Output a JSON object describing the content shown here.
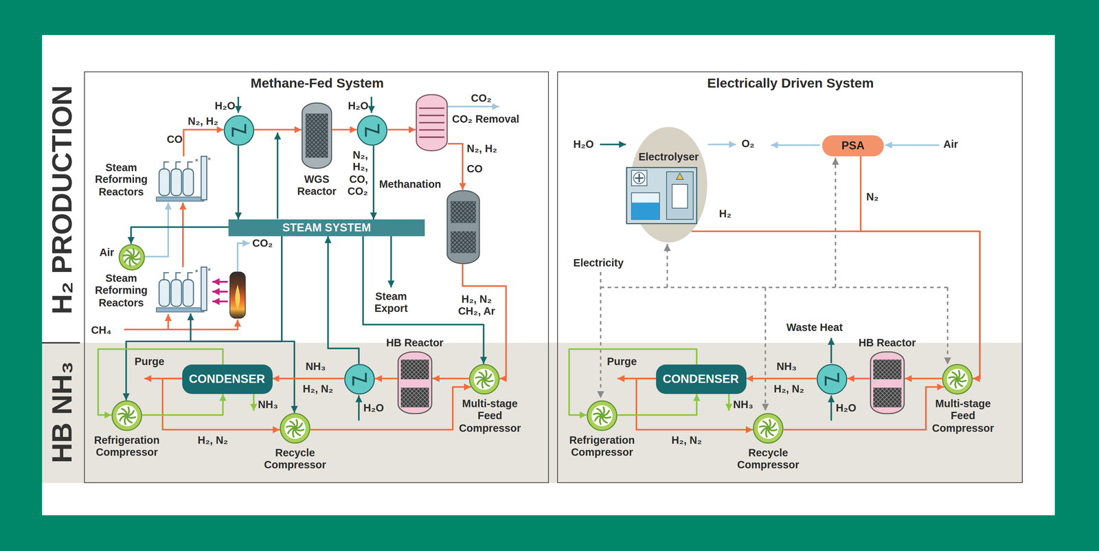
{
  "diagram": {
    "nodes": [
      {
        "text": [
          "Methane-Fed System"
        ]
      },
      {
        "text": [
          "Steam Reforming Reactors"
        ],
        "in": 0
      },
      {
        "text": [
          "Steam Reforming Reactors"
        ],
        "in": 0
      },
      {
        "text": [
          "Air"
        ],
        "in": 0
      },
      {
        "text": [
          "H₂O"
        ],
        "in": 0
      },
      {
        "text": [
          "WGS Reactor"
        ],
        "in": 0
      },
      {
        "text": [
          "H₂O"
        ],
        "in": 0
      },
      {
        "text": [
          "CO₂ Removal"
        ],
        "in": 0
      },
      {
        "text": [
          "Methanation"
        ],
        "in": 0
      },
      {
        "text": [
          "STEAM SYSTEM"
        ],
        "in": 0
      },
      {
        "text": [
          "CONDENSER"
        ],
        "in": 0
      },
      {
        "text": [
          "Refrigeration Compressor"
        ],
        "in": 0
      },
      {
        "text": [
          "Recycle Compressor"
        ],
        "in": 0
      },
      {
        "text": [
          "H₂O"
        ],
        "in": 0
      },
      {
        "text": [
          "HB Reactor"
        ],
        "in": 0
      },
      {
        "text": [
          "Multi-stage Feed Compressor"
        ],
        "in": 0
      },
      {
        "text": [
          "Electrically Driven System"
        ]
      },
      {
        "text": [
          "Electrolyser"
        ],
        "in": 16
      },
      {
        "text": [
          "PSA"
        ],
        "in": 16
      },
      {
        "text": [
          "CONDENSER"
        ],
        "in": 16
      },
      {
        "text": [
          "Refrigeration Compressor"
        ],
        "in": 16
      },
      {
        "text": [
          "Recycle Compressor"
        ],
        "in": 16
      },
      {
        "text": [
          "H₂O"
        ],
        "in": 16
      },
      {
        "text": [
          "HB Reactor"
        ],
        "in": 16
      },
      {
        "text": [
          "Multi-stage Feed Compressor"
        ],
        "in": 16
      }
    ],
    "edges": [
      {
        "from": 2,
        "to": 1,
        "arrow": "to"
      },
      {
        "from": 3,
        "to": 1,
        "arrow": "to"
      },
      {
        "from": 9,
        "to": 3,
        "arrow": "to"
      },
      {
        "from": 9,
        "to": 2,
        "arrow": "to"
      },
      {
        "from": 9,
        "to": 11,
        "arrow": "to"
      },
      {
        "from": 9,
        "to": 12,
        "arrow": "to"
      },
      {
        "from": 1,
        "to": 4,
        "arrow": "to"
      },
      {
        "from": 4,
        "to": 5,
        "arrow": "to"
      },
      {
        "from": 4,
        "to": 9,
        "arrow": "to"
      },
      {
        "from": 5,
        "to": 6,
        "arrow": "to"
      },
      {
        "from": 6,
        "to": 7,
        "arrow": "to"
      },
      {
        "from": 6,
        "to": 9,
        "arrow": "to"
      },
      {
        "from": 7,
        "to": 8,
        "arrow": "to"
      },
      {
        "from": 8,
        "to": 15,
        "arrow": "to"
      },
      {
        "from": 9,
        "to": 15,
        "arrow": "to"
      },
      {
        "from": 13,
        "to": 9,
        "arrow": "to"
      },
      {
        "from": 15,
        "to": 14,
        "arrow": "to"
      },
      {
        "from": 14,
        "to": 13,
        "arrow": "to"
      },
      {
        "from": 13,
        "to": 10,
        "arrow": "to"
      },
      {
        "from": 10,
        "to": 12,
        "arrow": "to"
      },
      {
        "from": 12,
        "to": 15,
        "arrow": "to"
      },
      {
        "from": 11,
        "to": 10,
        "arrow": "to"
      },
      {
        "from": 10,
        "to": 11,
        "arrow": "to"
      },
      {
        "from": 17,
        "to": 24,
        "arrow": "to"
      },
      {
        "from": 18,
        "to": 24,
        "arrow": "to"
      },
      {
        "from": 24,
        "to": 23,
        "arrow": "to"
      },
      {
        "from": 23,
        "to": 22,
        "arrow": "to"
      },
      {
        "from": 22,
        "to": 19,
        "arrow": "to"
      },
      {
        "from": 19,
        "to": 21,
        "arrow": "to"
      },
      {
        "from": 21,
        "to": 24,
        "arrow": "to"
      },
      {
        "from": 20,
        "to": 19,
        "arrow": "to"
      },
      {
        "from": 19,
        "to": 20,
        "arrow": "to"
      }
    ],
    "labels": [
      "H₂ PRODUCTION",
      "HB NH₃",
      "N₂, H₂",
      "CO",
      "N₂, H₂, CO, CO₂",
      "CO₂",
      "N₂, H₂",
      "CO",
      "CO₂",
      "Steam Export",
      "H₂, N₂ CH₂, Ar",
      "CH₄",
      "Purge",
      "NH₃",
      "NH₃",
      "H₂, N₂",
      "H₂, N₂",
      "H₂O",
      "O₂",
      "Air",
      "N₂",
      "H₂",
      "Electricity",
      "Waste Heat",
      "Purge",
      "NH₃",
      "NH₃",
      "H₂, N₂",
      "H₂, N₂"
    ]
  }
}
